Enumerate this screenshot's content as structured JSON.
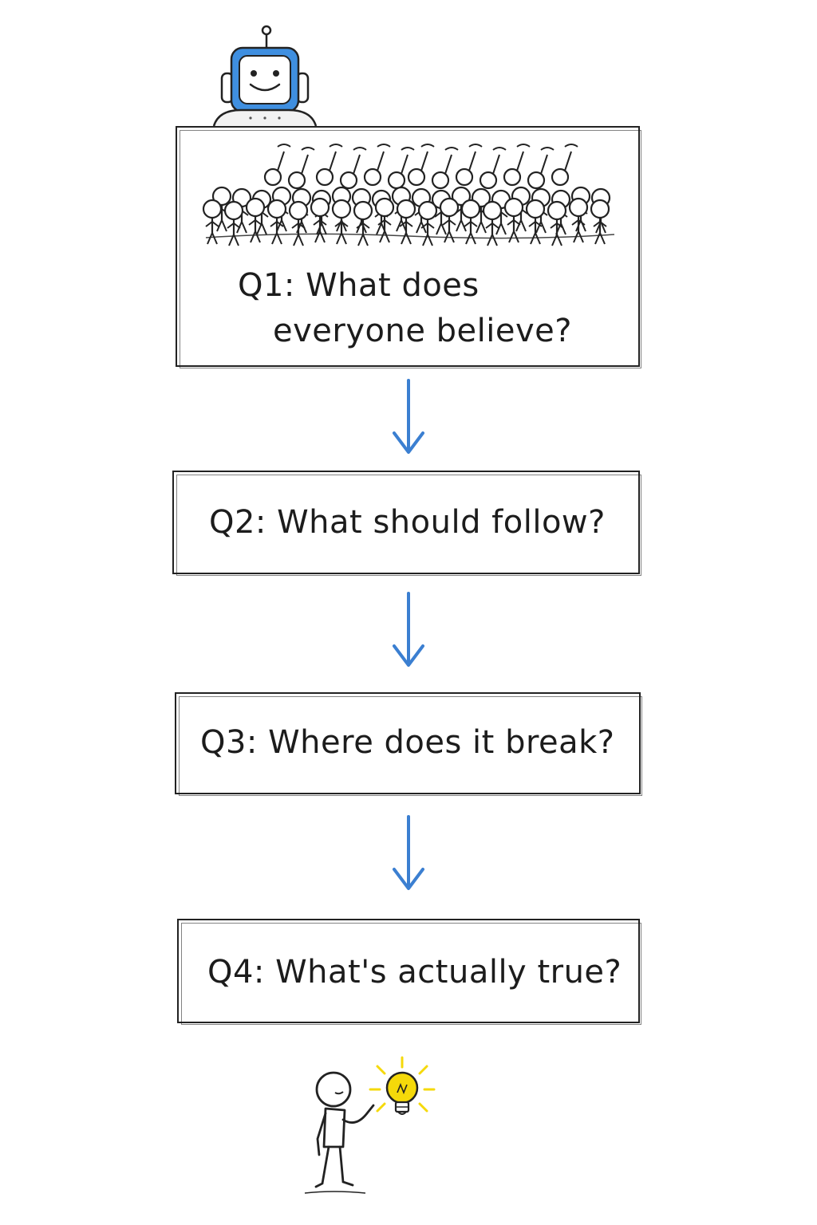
{
  "questions": [
    {
      "label": "Q1:",
      "lines": [
        "What does",
        "everyone believe?"
      ]
    },
    {
      "label": "Q2:",
      "text": "What should follow?"
    },
    {
      "label": "Q3:",
      "text": "Where does it break?"
    },
    {
      "label": "Q4:",
      "text": "What's actually true?"
    }
  ],
  "q1_full_line1": "Q1: What does",
  "q1_full_line2": "everyone believe?",
  "q2_full": "Q2: What should follow?",
  "q3_full": "Q3: Where does it break?",
  "q4_full": "Q4: What's actually true?",
  "icons": {
    "top": "robot-icon",
    "crowd": "crowd-illustration",
    "arrows": "arrow-down-icon",
    "bottom": "person-with-lightbulb-icon"
  },
  "colors": {
    "ink": "#1d1d1d",
    "arrow": "#3b7fd1",
    "robot_blue": "#3f8fe0",
    "bulb_yellow": "#f5d90a"
  }
}
